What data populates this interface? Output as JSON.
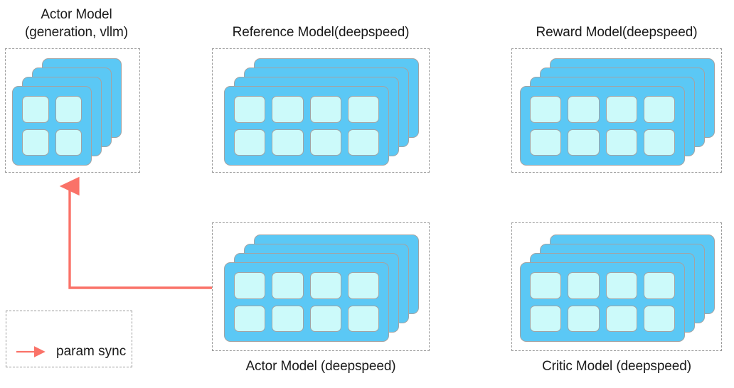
{
  "diagram": {
    "title_implicit": "",
    "colors": {
      "card_fill": "#5BC8F5",
      "chip_fill": "#CCFAFA",
      "card_stroke": "#A3A3A3",
      "dashed_stroke": "#9A9A9A",
      "arrow": "#FA7268",
      "text": "#1A1A1A",
      "background": "#FFFFFF"
    },
    "groups": [
      {
        "id": "actor-vllm",
        "label": "Actor Model\n(generation, vllm)",
        "label_position": "above",
        "cards": 4,
        "chip_cols": 2,
        "chip_rows": 2,
        "chip_count": 4
      },
      {
        "id": "reference",
        "label": "Reference Model(deepspeed)",
        "label_position": "above",
        "cards": 4,
        "chip_cols": 4,
        "chip_rows": 2,
        "chip_count": 8
      },
      {
        "id": "reward",
        "label": "Reward Model(deepspeed)",
        "label_position": "above",
        "cards": 4,
        "chip_cols": 4,
        "chip_rows": 2,
        "chip_count": 8
      },
      {
        "id": "actor-deepspeed",
        "label": "Actor Model (deepspeed)",
        "label_position": "below",
        "cards": 4,
        "chip_cols": 4,
        "chip_rows": 2,
        "chip_count": 8
      },
      {
        "id": "critic",
        "label": "Critic Model (deepspeed)",
        "label_position": "below",
        "cards": 4,
        "chip_cols": 4,
        "chip_rows": 2,
        "chip_count": 8
      }
    ],
    "connections": [
      {
        "id": "param-sync-edge",
        "from": "actor-deepspeed",
        "to": "actor-vllm",
        "style": "elbow-arrow",
        "color": "#FA7268"
      }
    ],
    "legend": {
      "entries": [
        {
          "marker": "arrow-right-icon",
          "label": "param sync",
          "color": "#FA7268"
        }
      ]
    }
  }
}
